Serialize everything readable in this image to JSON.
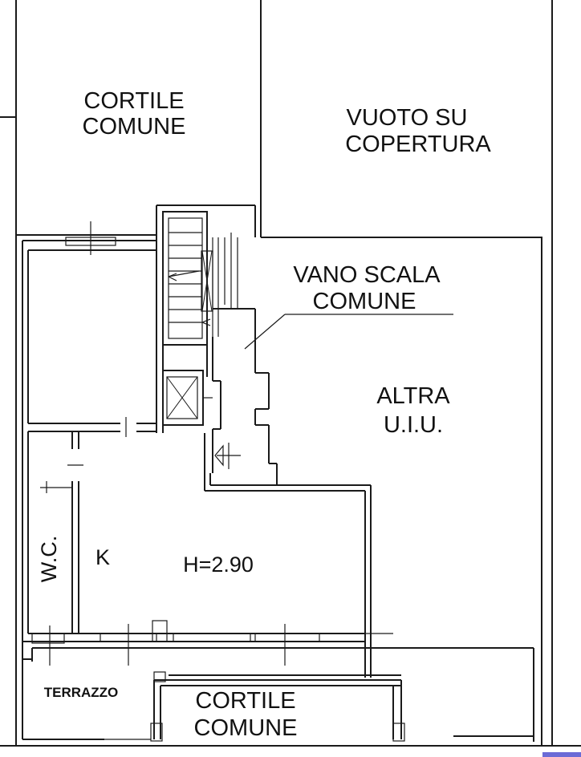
{
  "rooms": {
    "cortile_comune_top": [
      "CORTILE",
      "COMUNE"
    ],
    "vuoto_su_copertura": [
      "VUOTO SU",
      "COPERTURA"
    ],
    "vano_scala_comune": [
      "VANO SCALA",
      "COMUNE"
    ],
    "altra_uiu": [
      "ALTRA",
      "U.I.U."
    ],
    "wc": "W.C.",
    "kitchen": "K",
    "height": "H=2.90",
    "terrazzo": "TERRAZZO",
    "cortile_comune_bottom": [
      "CORTILE",
      "COMUNE"
    ]
  },
  "colors": {
    "line": "#1a1a1a",
    "background": "#ffffff",
    "corner_accent": "#6b6bd6"
  }
}
